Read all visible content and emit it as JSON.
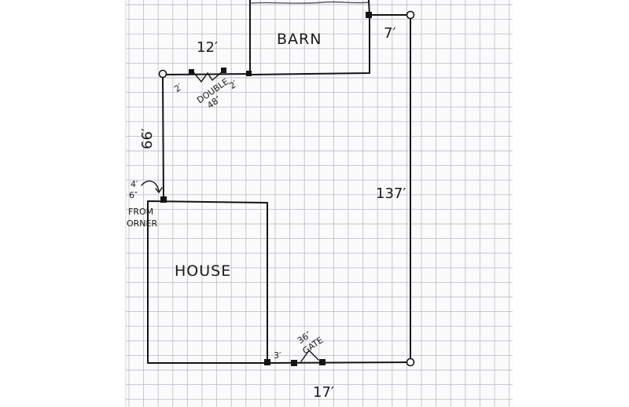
{
  "colors": {
    "grid": "#bfc3cc",
    "paper": "#fbfbfc",
    "ink": "#141414",
    "background": "#ffffff"
  },
  "labels": {
    "barn": "BARN",
    "house": "HOUSE",
    "dim_12ft": "12′",
    "dim_7ft": "7′",
    "dim_66ft": "66′",
    "dim_137ft": "137′",
    "dim_17ft": "17′",
    "dim_2ft_left": "2′",
    "dim_2ft_right": "2′",
    "gate_double": "DOUBLE",
    "gate_double_size": "48″",
    "dim_4ft": "4′",
    "dim_6in": "6″",
    "from_label": "FROM",
    "corner_label": "ORNER",
    "dim_3ft": "3′",
    "gate_size": "36″",
    "gate_label": "GATE"
  }
}
